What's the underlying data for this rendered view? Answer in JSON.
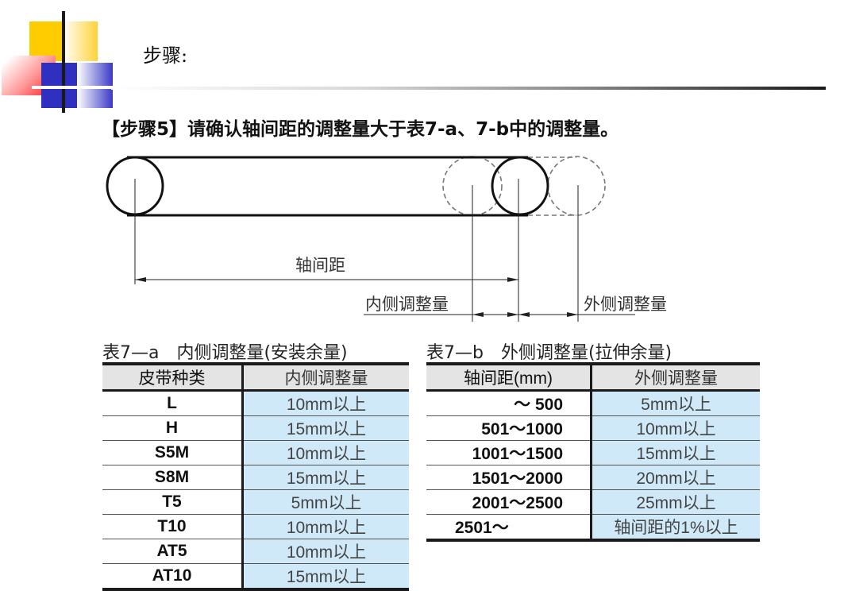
{
  "slide": {
    "title": "步骤:",
    "step_text": "【步骤5】请确认轴间距的调整量大于表7-a、7-b中的调整量。"
  },
  "diagram": {
    "labels": {
      "center_distance": "轴间距",
      "inner_adjustment": "内侧调整量",
      "outer_adjustment": "外侧调整量"
    }
  },
  "table_a": {
    "caption": "表7—a　内侧调整量(安装余量)",
    "headers": [
      "皮带种类",
      "内侧调整量"
    ],
    "rows": [
      [
        "L",
        "10mm以上"
      ],
      [
        "H",
        "15mm以上"
      ],
      [
        "S5M",
        "10mm以上"
      ],
      [
        "S8M",
        "15mm以上"
      ],
      [
        "T5",
        "5mm以上"
      ],
      [
        "T10",
        "10mm以上"
      ],
      [
        "AT5",
        "10mm以上"
      ],
      [
        "AT10",
        "15mm以上"
      ]
    ]
  },
  "table_b": {
    "caption": "表7—b　外侧调整量(拉伸余量)",
    "headers": [
      "轴间距(mm)",
      "外侧调整量"
    ],
    "rows": [
      [
        "～  500",
        "5mm以上"
      ],
      [
        "501～1000",
        "10mm以上"
      ],
      [
        "1001～1500",
        "15mm以上"
      ],
      [
        "1501～2000",
        "20mm以上"
      ],
      [
        "2001～2500",
        "25mm以上"
      ],
      [
        "2501～",
        "轴间距的1%以上"
      ]
    ]
  },
  "colors": {
    "highlight_cell": "#cfe9f8",
    "header_cell": "#e4e4e4",
    "deco_yellow": "#ffcc00",
    "deco_blue": "#3030c0",
    "deco_red": "#ff1a1a"
  }
}
